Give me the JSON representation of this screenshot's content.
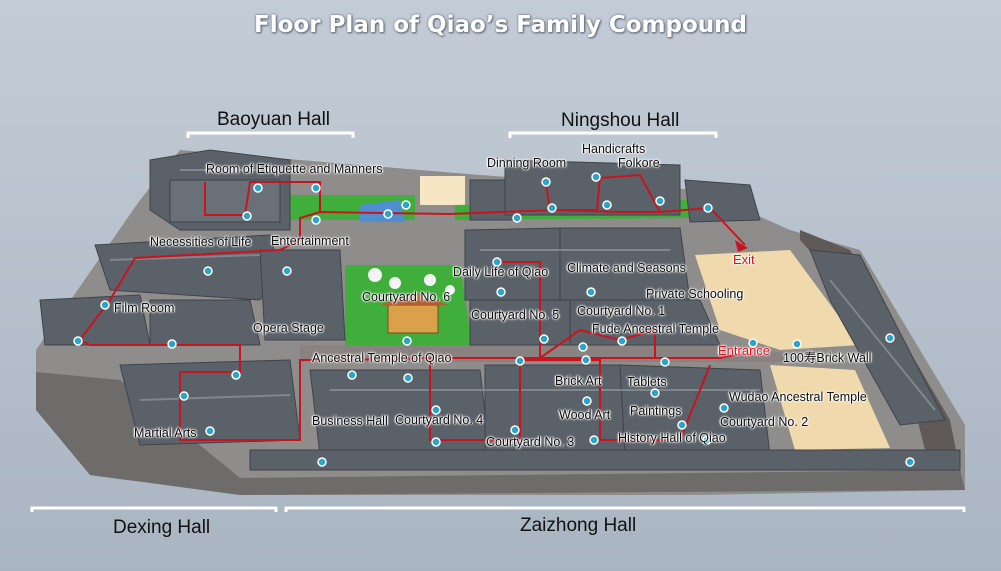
{
  "title": "Floor Plan of Qiao’s Family Compound",
  "sections": {
    "baoyuan": "Baoyuan Hall",
    "ningshou": "Ningshou Hall",
    "dexing": "Dexing Hall",
    "zaizhong": "Zaizhong Hall"
  },
  "places": {
    "etiquette": "Room of Etiquette and Manners",
    "handicrafts": "Handicrafts",
    "dinning_room": "Dinning Room",
    "folkore": "Folkore",
    "necessities": "Necessities  of Life",
    "entertainment": "Entertainment",
    "exit": "Exit",
    "daily_life": "Daily Life of Qiao",
    "climate": "Climate and Seasons",
    "film_room": "Film Room",
    "courtyard6": "Courtyard No. 6",
    "private_schooling": "Private Schooling",
    "courtyard1": "Courtyard No. 1",
    "courtyard5": "Courtyard No. 5",
    "opera_stage": "Opera Stage",
    "fude": "Fude Ancestral Temple",
    "entrance": "Entrance",
    "brick_wall": "100寿Brick Wall",
    "ancestral_qiao": "Ancestral Temple of Qiao",
    "brick_art": "Brick Art",
    "tablets": "Tablets",
    "wudao": "Wudao Ancestral Temple",
    "wood_art": "Wood Art",
    "paintings": "Paintings",
    "business_hall": "Business Hall",
    "courtyard4": "Courtyard No. 4",
    "courtyard2": "Courtyard No. 2",
    "martial_arts": "Martial Arts",
    "history_hall": "History Hall of Qiao",
    "courtyard3": "Courtyard No. 3"
  },
  "colors": {
    "route": "#c8141e",
    "marker": "#2aa4c8",
    "lawn": "#3fae3a",
    "water": "#4f8fd0",
    "plaza": "#f2dcb0",
    "roof": "#5a6168",
    "wall": "#6b3e36",
    "ground": "#9a9896"
  }
}
